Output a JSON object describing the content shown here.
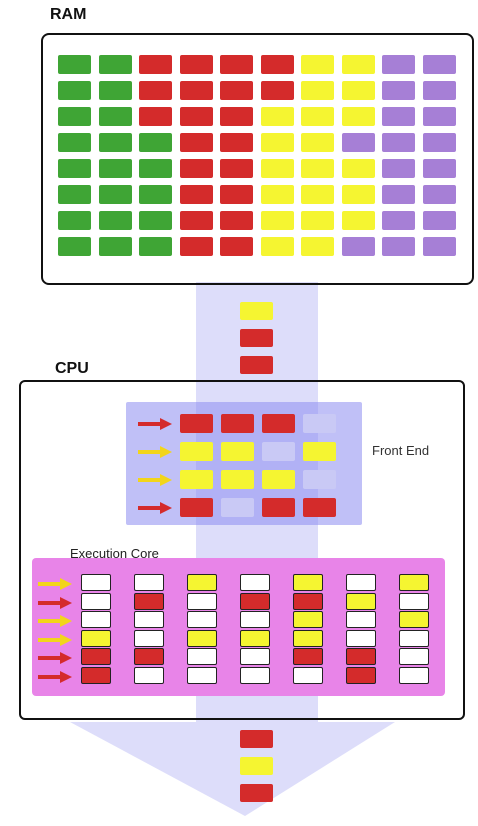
{
  "labels": {
    "ram": "RAM",
    "cpu": "CPU",
    "front_end": "Front End",
    "execution_core": "Execution Core"
  },
  "colors": {
    "green": "#3fa535",
    "red": "#d42b2b",
    "yellow": "#f5f531",
    "purple": "#a67fd6",
    "white": "#ffffff",
    "lavender": "#c9c9f5"
  },
  "ram_grid": [
    [
      "green",
      "green",
      "red",
      "red",
      "red",
      "red",
      "yellow",
      "yellow",
      "purple",
      "purple"
    ],
    [
      "green",
      "green",
      "red",
      "red",
      "red",
      "red",
      "yellow",
      "yellow",
      "purple",
      "purple"
    ],
    [
      "green",
      "green",
      "red",
      "red",
      "red",
      "yellow",
      "yellow",
      "yellow",
      "purple",
      "purple"
    ],
    [
      "green",
      "green",
      "green",
      "red",
      "red",
      "yellow",
      "yellow",
      "purple",
      "purple",
      "purple"
    ],
    [
      "green",
      "green",
      "green",
      "red",
      "red",
      "yellow",
      "yellow",
      "yellow",
      "purple",
      "purple"
    ],
    [
      "green",
      "green",
      "green",
      "red",
      "red",
      "yellow",
      "yellow",
      "yellow",
      "purple",
      "purple"
    ],
    [
      "green",
      "green",
      "green",
      "red",
      "red",
      "yellow",
      "yellow",
      "yellow",
      "purple",
      "purple"
    ],
    [
      "green",
      "green",
      "green",
      "red",
      "red",
      "yellow",
      "yellow",
      "purple",
      "purple",
      "purple"
    ]
  ],
  "incoming_queue": [
    "yellow",
    "red",
    "red"
  ],
  "front_end_rows": [
    {
      "arrow": "red",
      "cells": [
        "red",
        "red",
        "red",
        "lavender"
      ]
    },
    {
      "arrow": "yellow",
      "cells": [
        "yellow",
        "yellow",
        "lavender",
        "yellow"
      ]
    },
    {
      "arrow": "yellow",
      "cells": [
        "yellow",
        "yellow",
        "yellow",
        "lavender"
      ]
    },
    {
      "arrow": "red",
      "cells": [
        "red",
        "lavender",
        "red",
        "red"
      ]
    }
  ],
  "exec_arrows": [
    "yellow",
    "red",
    "yellow",
    "yellow",
    "red",
    "red"
  ],
  "exec_columns": [
    [
      "white",
      "white",
      "white",
      "yellow",
      "red",
      "red"
    ],
    [
      "white",
      "red",
      "white",
      "white",
      "red",
      "white"
    ],
    [
      "yellow",
      "white",
      "white",
      "yellow",
      "white",
      "white"
    ],
    [
      "white",
      "red",
      "white",
      "yellow",
      "white",
      "white"
    ],
    [
      "yellow",
      "red",
      "yellow",
      "yellow",
      "red",
      "white"
    ],
    [
      "white",
      "yellow",
      "white",
      "white",
      "red",
      "red"
    ],
    [
      "yellow",
      "white",
      "yellow",
      "white",
      "white",
      "white"
    ]
  ],
  "outgoing_queue": [
    "red",
    "yellow",
    "red"
  ]
}
